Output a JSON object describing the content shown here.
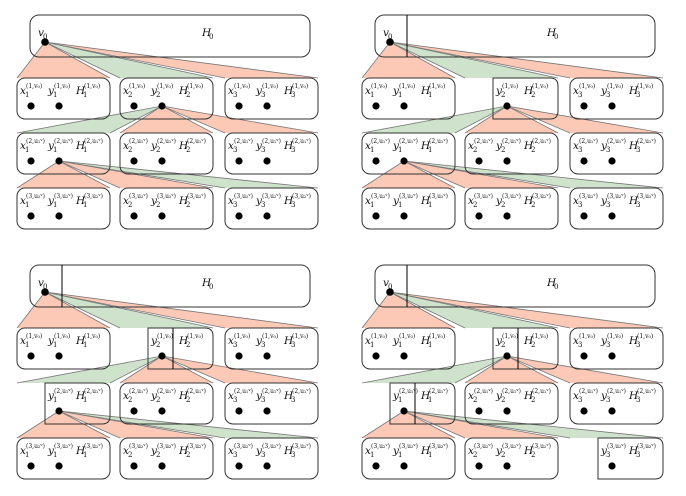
{
  "colors": {
    "red_fan": "#fbc9b6",
    "green_fan": "#cfe3cc",
    "edge": "#777777",
    "box_stroke": "#333333",
    "dot": "#000000"
  },
  "root": {
    "vertex": "v",
    "vertex_sub": "0",
    "graph": "H",
    "graph_sub": "0"
  },
  "levels": [
    {
      "index": 1,
      "sup": "(1,v₀)",
      "boxes": [
        {
          "x": "x",
          "y": "y",
          "H": "H",
          "sub": "1"
        },
        {
          "x": "x",
          "y": "y",
          "H": "H",
          "sub": "2"
        },
        {
          "x": "x",
          "y": "y",
          "H": "H",
          "sub": "3"
        }
      ]
    },
    {
      "index": 2,
      "sup": "(2,u₁ᵛ)",
      "boxes": [
        {
          "x": "x",
          "y": "y",
          "H": "H",
          "sub": "1"
        },
        {
          "x": "x",
          "y": "y",
          "H": "H",
          "sub": "2"
        },
        {
          "x": "x",
          "y": "y",
          "H": "H",
          "sub": "3"
        }
      ]
    },
    {
      "index": 3,
      "sup": "(3,u₂ᵛ)",
      "boxes": [
        {
          "x": "x",
          "y": "y",
          "H": "H",
          "sub": "1"
        },
        {
          "x": "x",
          "y": "y",
          "H": "H",
          "sub": "2"
        },
        {
          "x": "x",
          "y": "y",
          "H": "H",
          "sub": "3"
        }
      ]
    }
  ],
  "panels": [
    {
      "name": "panel-top-left",
      "root_split": false,
      "active_path": [
        "y1:2",
        "y1:1"
      ],
      "level1_active": 2,
      "level1_split": false,
      "level1_hide_x_active": false,
      "level2_active": 1,
      "level2_split": false,
      "level2_hide_x_active": false,
      "level3_hidden": []
    },
    {
      "name": "panel-top-right",
      "root_split": true,
      "level1_active": 2,
      "level1_split": false,
      "level1_hide_x_active": true,
      "level2_active": 1,
      "level2_split": false,
      "level2_hide_x_active": false,
      "level3_hidden": []
    },
    {
      "name": "panel-bottom-left",
      "root_split": true,
      "level1_active": 2,
      "level1_split": true,
      "level1_hide_x_active": true,
      "level2_active": 1,
      "level2_split": false,
      "level2_hide_x_active": true,
      "level3_hidden": []
    },
    {
      "name": "panel-bottom-right",
      "root_split": true,
      "level1_active": 2,
      "level1_split": true,
      "level1_hide_x_active": true,
      "level2_active": 1,
      "level2_split": true,
      "level2_hide_x_active": true,
      "level3_hidden": [
        "x3"
      ]
    }
  ]
}
